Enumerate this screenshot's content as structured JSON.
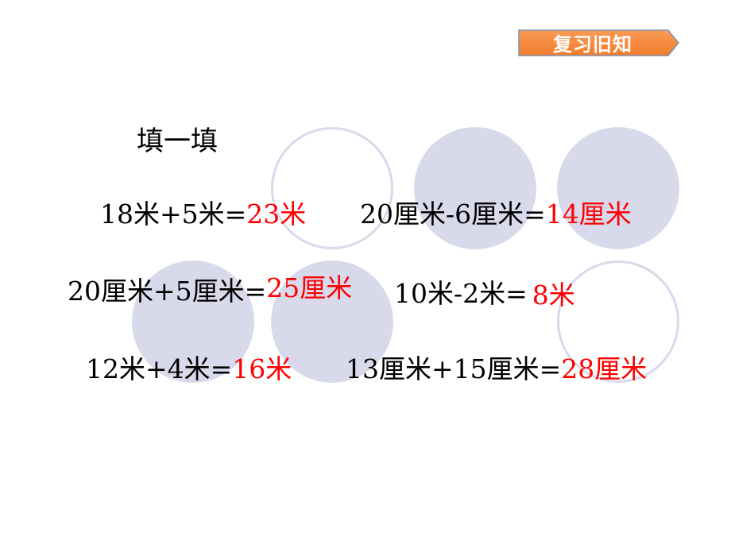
{
  "badge": {
    "label": "复习旧知",
    "color": "#f5863a",
    "icon": "arrow-right-pentagon"
  },
  "heading": "填一填",
  "colors": {
    "answer": "#ff0000",
    "circle": "#d9d9ec",
    "text": "#000000"
  },
  "equations": [
    {
      "question": "18米+5米=",
      "answer": "23米"
    },
    {
      "question": "20厘米-6厘米=",
      "answer": "14厘米"
    },
    {
      "question": "20厘米+5厘米=",
      "answer": "25厘米"
    },
    {
      "question": "10米-2米=",
      "answer": "8米"
    },
    {
      "question": "12米+4米=",
      "answer": "16米"
    },
    {
      "question": "13厘米+15厘米=",
      "answer": "28厘米"
    }
  ]
}
